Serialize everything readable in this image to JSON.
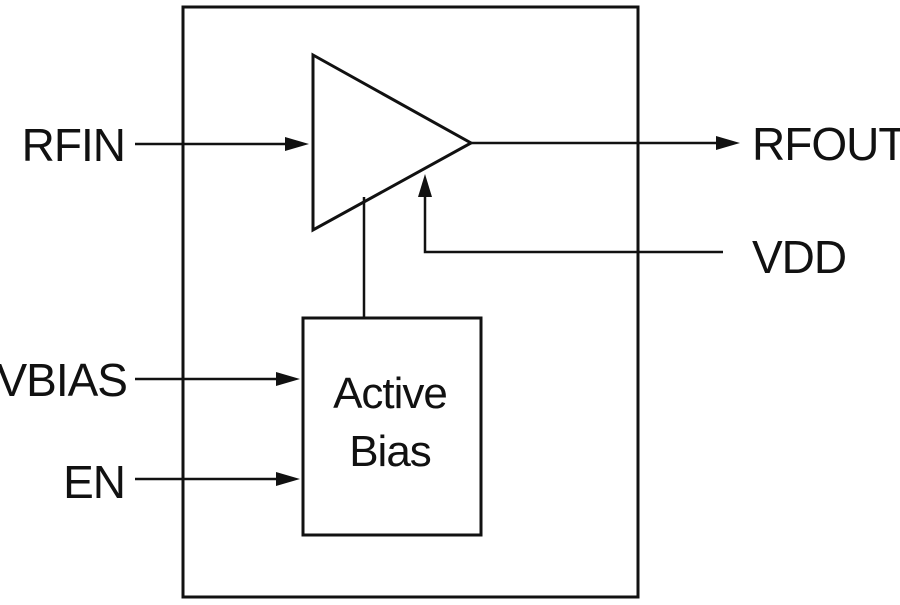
{
  "pins": {
    "rfin": "RFIN",
    "rfout": "RFOUT",
    "vdd": "VDD",
    "vbias": "VBIAS",
    "en": "EN"
  },
  "active_bias_block": {
    "line1": "Active",
    "line2": "Bias"
  },
  "colors": {
    "ink": "#111111",
    "background": "#ffffff"
  }
}
